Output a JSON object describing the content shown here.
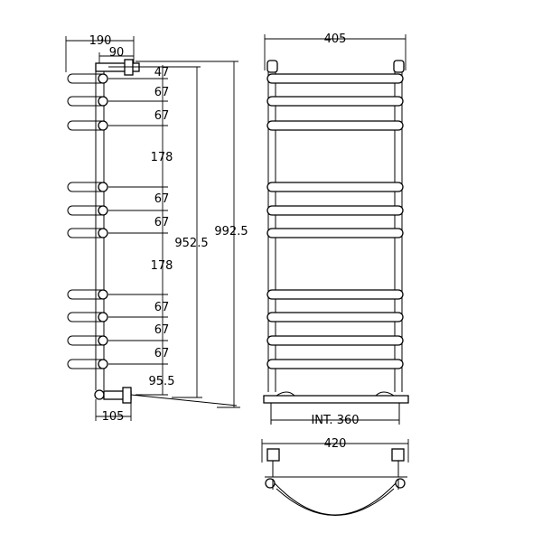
{
  "side_view": {
    "width_total": "190",
    "width_inner": "90",
    "spacings": [
      "47",
      "67",
      "67",
      "178",
      "67",
      "67",
      "178",
      "67",
      "67",
      "67",
      "95.5"
    ],
    "height_inner": "952.5",
    "height_total": "992.5",
    "base_width": "105"
  },
  "front_view": {
    "width_total": "405",
    "internal_width": "INT. 360"
  },
  "top_view": {
    "width_total": "420"
  }
}
